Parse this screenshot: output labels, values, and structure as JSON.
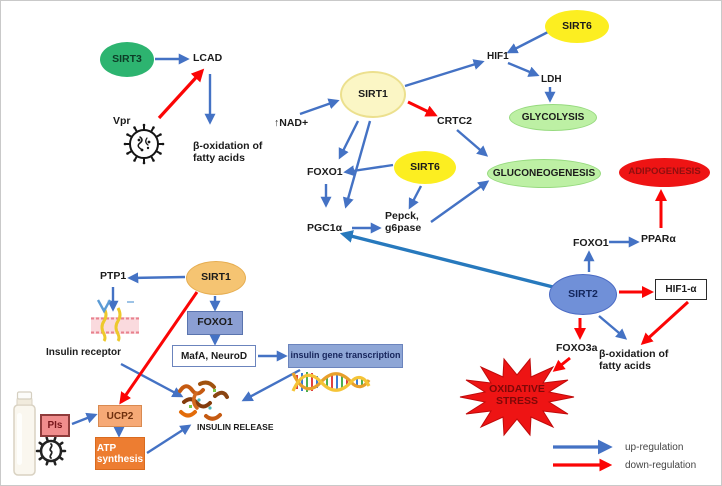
{
  "nodes": {
    "sirt3": "SIRT3",
    "lcad": "LCAD",
    "vpr": "Vpr",
    "beta_ox_left": "β-oxidation of\nfatty acids",
    "nad": "↑NAD+",
    "sirt1_top": "SIRT1",
    "sirt6_top": "SIRT6",
    "hif1": "HIF1",
    "ldh": "LDH",
    "glycolysis": "GLYCOLYSIS",
    "crtc2": "CRTC2",
    "gluconeogenesis": "GLUCONEOGENESIS",
    "sirt6_mid": "SIRT6",
    "foxo1_center": "FOXO1",
    "pgc1a": "PGC1α",
    "pepck_g6pase": "Pepck,\ng6pase",
    "adipogenesis": "ADIPOGENESIS",
    "foxo1_right": "FOXO1",
    "ppar_alpha": "PPARα",
    "sirt2": "SIRT2",
    "hif1_alpha": "HIF1-α",
    "foxo3a": "FOXO3a",
    "beta_ox_right": "β-oxidation of\nfatty acids",
    "oxidative_stress": "OXIDATIVE\nSTRESS",
    "ptp1": "PTP1",
    "sirt1_bottom": "SIRT1",
    "insulin_receptor": "Insulin receptor",
    "foxo1_box": "FOXO1",
    "mafa_neurod": "MafA, NeuroD",
    "insulin_gene_transcription": "insulin gene transcription",
    "insulin_release": "INSULIN RELEASE",
    "ucp2": "UCP2",
    "atp_synthesis": "ATP\nsynthesis",
    "pis": "PIs"
  },
  "legend": {
    "up": "up-regulation",
    "down": "down-regulation"
  },
  "colors": {
    "up_arrow": "#4472c4",
    "up_arrow_heavy": "#2779bd",
    "down_arrow": "#fb0505",
    "sirt3_fill": "#2db470",
    "sirt1_top_fill": "#fbf6c5",
    "sirt6_fill": "#fcee21",
    "sirt1_bottom_fill": "#f5c472",
    "sirt2_fill": "#7090d8",
    "process_green_fill": "#bdf0a4",
    "danger_red_fill": "#ee1414",
    "foxo1_box_fill": "#8b9fd3",
    "transcription_box_fill": "#8ea6d6",
    "ucp2_fill": "#f6a976",
    "atp_fill": "#ed7d31",
    "pis_fill": "#f08d8d"
  },
  "edges": [
    {
      "from": "SIRT3",
      "to": "LCAD",
      "type": "up"
    },
    {
      "from": "LCAD",
      "to": "β-oxidation of fatty acids",
      "type": "up"
    },
    {
      "from": "Vpr",
      "to": "LCAD",
      "type": "down"
    },
    {
      "from": "↑NAD+",
      "to": "SIRT1",
      "type": "up"
    },
    {
      "from": "SIRT1",
      "to": "HIF1",
      "type": "up"
    },
    {
      "from": "SIRT6",
      "to": "HIF1",
      "type": "up"
    },
    {
      "from": "HIF1",
      "to": "LDH",
      "type": "up"
    },
    {
      "from": "LDH",
      "to": "GLYCOLYSIS",
      "type": "up"
    },
    {
      "from": "SIRT1",
      "to": "CRTC2",
      "type": "down"
    },
    {
      "from": "CRTC2",
      "to": "GLUCONEOGENESIS",
      "type": "up"
    },
    {
      "from": "SIRT1",
      "to": "FOXO1",
      "type": "up"
    },
    {
      "from": "SIRT1",
      "to": "PGC1α",
      "type": "up"
    },
    {
      "from": "SIRT6",
      "to": "FOXO1",
      "type": "up"
    },
    {
      "from": "SIRT6",
      "to": "Pepck, g6pase",
      "type": "up"
    },
    {
      "from": "FOXO1",
      "to": "PGC1α",
      "type": "up"
    },
    {
      "from": "PGC1α",
      "to": "Pepck, g6pase",
      "type": "up"
    },
    {
      "from": "Pepck, g6pase",
      "to": "GLUCONEOGENESIS",
      "type": "up"
    },
    {
      "from": "SIRT2",
      "to": "PGC1α",
      "type": "up"
    },
    {
      "from": "FOXO1",
      "to": "PPARα",
      "type": "up"
    },
    {
      "from": "PPARα",
      "to": "ADIPOGENESIS",
      "type": "down"
    },
    {
      "from": "SIRT2",
      "to": "FOXO1",
      "type": "up"
    },
    {
      "from": "SIRT2",
      "to": "HIF1-α",
      "type": "down"
    },
    {
      "from": "SIRT2",
      "to": "FOXO3a",
      "type": "down"
    },
    {
      "from": "SIRT2",
      "to": "β-oxidation of fatty acids",
      "type": "up"
    },
    {
      "from": "HIF1-α",
      "to": "β-oxidation of fatty acids",
      "type": "down"
    },
    {
      "from": "FOXO3a",
      "to": "OXIDATIVE STRESS",
      "type": "down"
    },
    {
      "from": "SIRT1",
      "to": "PTP1",
      "type": "up"
    },
    {
      "from": "PTP1",
      "to": "Insulin receptor",
      "type": "up"
    },
    {
      "from": "SIRT1",
      "to": "FOXO1",
      "type": "up"
    },
    {
      "from": "FOXO1",
      "to": "MafA, NeuroD",
      "type": "up"
    },
    {
      "from": "MafA, NeuroD",
      "to": "insulin gene transcription",
      "type": "up"
    },
    {
      "from": "insulin gene transcription",
      "to": "INSULIN RELEASE",
      "type": "up"
    },
    {
      "from": "Insulin receptor",
      "to": "INSULIN RELEASE",
      "type": "up"
    },
    {
      "from": "SIRT1",
      "to": "UCP2",
      "type": "down"
    },
    {
      "from": "PIs",
      "to": "UCP2",
      "type": "up"
    },
    {
      "from": "UCP2",
      "to": "ATP synthesis",
      "type": "up"
    },
    {
      "from": "ATP synthesis",
      "to": "INSULIN RELEASE",
      "type": "up"
    }
  ],
  "icons": {
    "virus_top": "virus-icon",
    "virus_bottom": "virus-icon",
    "pill_bottle": "pill-bottle-icon",
    "insulin_receptor": "insulin-receptor-icon",
    "dna_helix": "dna-helix-icon",
    "insulin_protein": "insulin-protein-icon",
    "starburst": "starburst-shape"
  }
}
